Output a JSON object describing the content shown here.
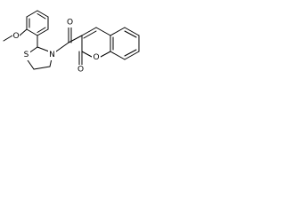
{
  "structure": {
    "atom_labels": {
      "methoxy_o": "O",
      "thiazolidine_s": "S",
      "thiazolidine_n": "N",
      "carbonyl_o": "O",
      "lactone_o": "O",
      "lactone_carbonyl_o": "O"
    },
    "bond_color": "#000000",
    "background_color": "#ffffff"
  }
}
